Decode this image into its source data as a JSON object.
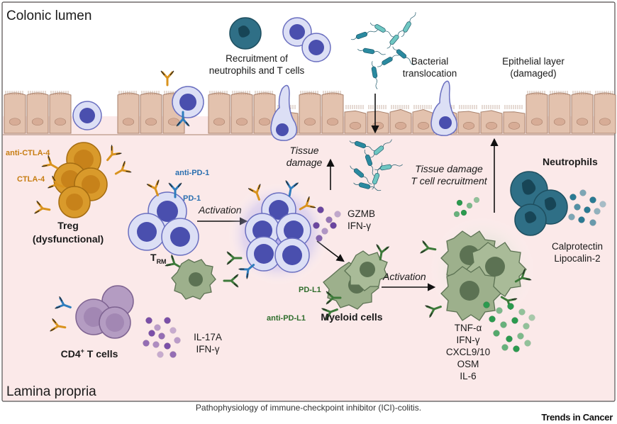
{
  "regions": {
    "lumen": "Colonic lumen",
    "lamina": "Lamina propria"
  },
  "labels": {
    "recruitment_line1": "Recruitment of",
    "recruitment_line2": "neutrophils and T cells",
    "bacterial_line1": "Bacterial",
    "bacterial_line2": "translocation",
    "epithelial_line1": "Epithelial layer",
    "epithelial_line2": "(damaged)",
    "tissue_damage_line1": "Tissue",
    "tissue_damage_line2": "damage",
    "tissue_damage_recruit_line1": "Tissue damage",
    "tissue_damage_recruit_line2": "T cell recruitment",
    "neutrophils": "Neutrophils",
    "calprotectin": "Calprotectin",
    "lipocalin": "Lipocalin-2",
    "anti_ctla4": "anti-CTLA-4",
    "ctla4": "CTLA-4",
    "treg_line1": "Treg",
    "treg_line2": "(dysfunctional)",
    "anti_pd1": "anti-PD-1",
    "pd1": "PD-1",
    "activation1": "Activation",
    "trm_main": "T",
    "trm_sub": "RM",
    "gzmb": "GZMB",
    "ifng1": "IFN-γ",
    "pdl1": "PD-L1",
    "anti_pdl1": "anti-PD-L1",
    "myeloid": "Myeloid cells",
    "activation2": "Activation",
    "tnfa": "TNF-α",
    "ifng2": "IFN-γ",
    "cxcl": "CXCL9/10",
    "osm": "OSM",
    "il6": "IL-6",
    "cd4_main": "CD4",
    "cd4_sup": "+",
    "cd4_tail": " T cells",
    "il17a": "IL-17A",
    "ifng3": "IFN-γ"
  },
  "footer": {
    "caption": "Pathophysiology of immune-checkpoint inhibitor (ICI)-colitis.",
    "brand": "Trends in Cancer"
  },
  "colors": {
    "lumen_bg": "#ffffff",
    "lamina_bg": "#fbe9e9",
    "epithelium": "#e3c2ae",
    "epithelium_stroke": "#a9826d",
    "treg": "#d99a2b",
    "trm": "#c9cff0",
    "trm_nucleus": "#4a4fae",
    "myeloid": "#9db08c",
    "myeloid_dark": "#5c7253",
    "cd4": "#b49cc2",
    "neutrophil": "#2f6f86",
    "granule_green": "#2b9a4e",
    "granule_purple": "#7b4fa8",
    "antibody_orange": "#d9931e",
    "antibody_blue": "#2f7dbd",
    "antibody_green": "#3d7a3a",
    "label_orange": "#c77d12",
    "label_blue": "#2a6fb0",
    "label_green": "#2f6d2c"
  }
}
